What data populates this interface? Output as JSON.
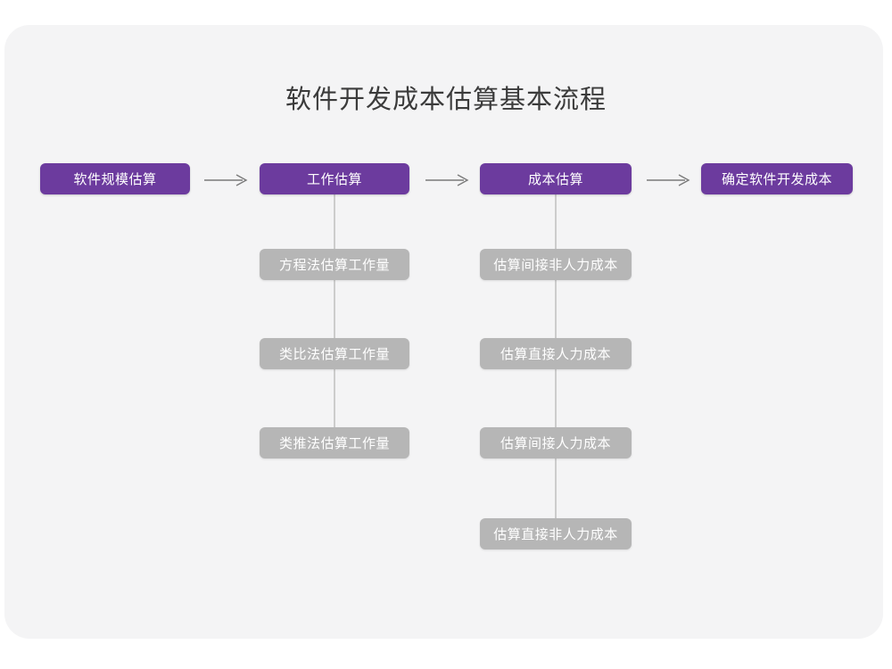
{
  "card": {
    "background": "#f4f4f5"
  },
  "title": "软件开发成本估算基本流程",
  "colors": {
    "primary": "#6c3b9e",
    "secondary": "#b6b6b6",
    "connector": "#cccccc",
    "title_text": "#3b3b3b",
    "node_text": "#ffffff",
    "page_background": "#ffffff"
  },
  "flow": {
    "main_steps": [
      {
        "label": "软件规模估算",
        "substeps": []
      },
      {
        "label": "工作估算",
        "substeps": [
          "方程法估算工作量",
          "类比法估算工作量",
          "类推法估算工作量"
        ]
      },
      {
        "label": "成本估算",
        "substeps": [
          "估算间接非人力成本",
          "估算直接人力成本",
          "估算间接人力成本",
          "估算直接非人力成本"
        ]
      },
      {
        "label": "确定软件开发成本",
        "substeps": []
      }
    ],
    "arrows": [
      {
        "from": "软件规模估算",
        "to": "工作估算"
      },
      {
        "from": "工作估算",
        "to": "成本估算"
      },
      {
        "from": "成本估算",
        "to": "确定软件开发成本"
      }
    ]
  },
  "chart_data": {
    "type": "diagram",
    "title": "软件开发成本估算基本流程",
    "nodes": [
      {
        "id": "n1",
        "label": "软件规模估算",
        "level": "main",
        "column": 1
      },
      {
        "id": "n2",
        "label": "工作估算",
        "level": "main",
        "column": 2
      },
      {
        "id": "n3",
        "label": "成本估算",
        "level": "main",
        "column": 3
      },
      {
        "id": "n4",
        "label": "确定软件开发成本",
        "level": "main",
        "column": 4
      },
      {
        "id": "n2a",
        "label": "方程法估算工作量",
        "level": "sub",
        "parent": "n2"
      },
      {
        "id": "n2b",
        "label": "类比法估算工作量",
        "level": "sub",
        "parent": "n2"
      },
      {
        "id": "n2c",
        "label": "类推法估算工作量",
        "level": "sub",
        "parent": "n2"
      },
      {
        "id": "n3a",
        "label": "估算间接非人力成本",
        "level": "sub",
        "parent": "n3"
      },
      {
        "id": "n3b",
        "label": "估算直接人力成本",
        "level": "sub",
        "parent": "n3"
      },
      {
        "id": "n3c",
        "label": "估算间接人力成本",
        "level": "sub",
        "parent": "n3"
      },
      {
        "id": "n3d",
        "label": "估算直接非人力成本",
        "level": "sub",
        "parent": "n3"
      }
    ],
    "edges": [
      {
        "from": "n1",
        "to": "n2",
        "style": "arrow"
      },
      {
        "from": "n2",
        "to": "n3",
        "style": "arrow"
      },
      {
        "from": "n3",
        "to": "n4",
        "style": "arrow"
      },
      {
        "from": "n2",
        "to": "n2a",
        "style": "line"
      },
      {
        "from": "n2a",
        "to": "n2b",
        "style": "line"
      },
      {
        "from": "n2b",
        "to": "n2c",
        "style": "line"
      },
      {
        "from": "n3",
        "to": "n3a",
        "style": "line"
      },
      {
        "from": "n3a",
        "to": "n3b",
        "style": "line"
      },
      {
        "from": "n3b",
        "to": "n3c",
        "style": "line"
      },
      {
        "from": "n3c",
        "to": "n3d",
        "style": "line"
      }
    ]
  }
}
